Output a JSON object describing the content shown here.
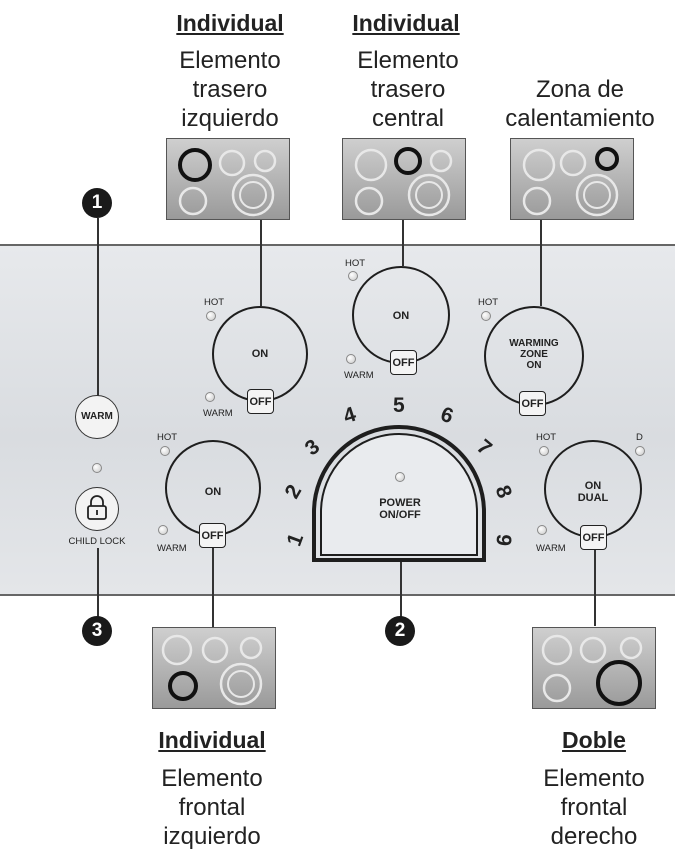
{
  "headers": {
    "rear_left": "Individual",
    "rear_center": "Individual",
    "front_left": "Individual",
    "front_right": "Doble"
  },
  "labels": {
    "rear_left": "Elemento\ntrasero\nizquierdo",
    "rear_center": "Elemento\ntrasero\ncentral",
    "warming_zone": "Zona de\ncalentamiento",
    "front_left": "Elemento\nfrontal\nizquierdo",
    "front_right": "Elemento\nfrontal\nderecho"
  },
  "callouts": [
    "1",
    "2",
    "3"
  ],
  "controls": {
    "warm_button": "WARM",
    "child_lock": "CHILD LOCK",
    "power": "POWER\nON/OFF",
    "hot": "HOT",
    "warm": "WARM",
    "off": "OFF",
    "on": "ON",
    "dual_indicator": "D",
    "warming_zone_on": "WARMING\nZONE\nON",
    "on_dual": "ON\nDUAL"
  },
  "dial_numbers": [
    "1",
    "2",
    "3",
    "4",
    "5",
    "6",
    "7",
    "8",
    "9"
  ],
  "colors": {
    "panel": "#dcdfe3",
    "ink": "#1e1e1e",
    "badge": "#1a1a1a"
  }
}
